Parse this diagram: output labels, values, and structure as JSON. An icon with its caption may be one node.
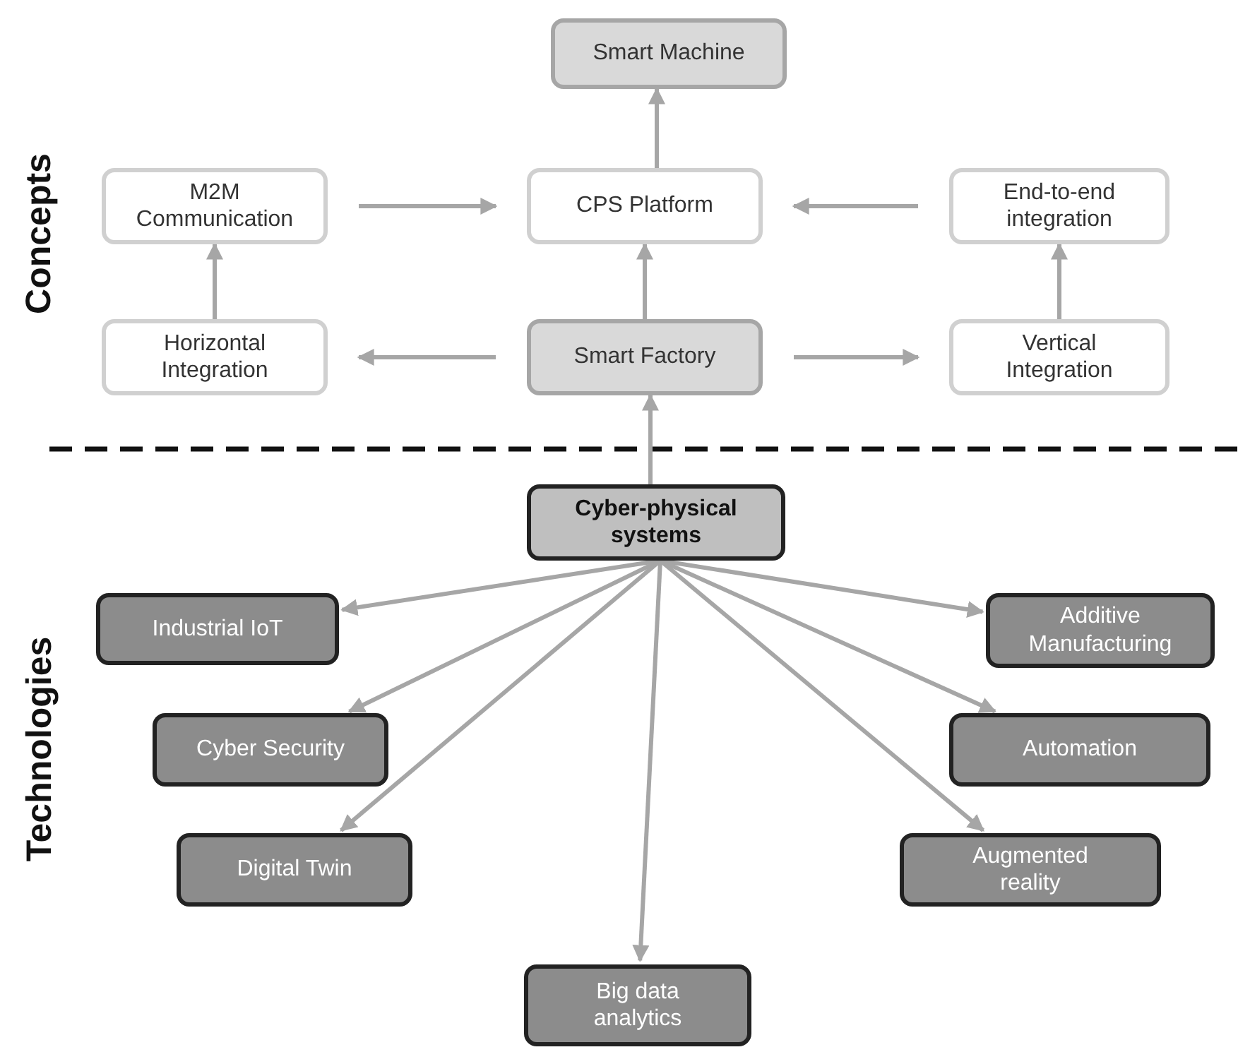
{
  "diagram": {
    "nodes": [
      {
        "text": [
          "Smart Machine"
        ]
      },
      {
        "text": [
          "M2M Communication"
        ]
      },
      {
        "text": [
          "CPS Platform"
        ]
      },
      {
        "text": [
          "End-to-end integration"
        ]
      },
      {
        "text": [
          "Horizontal Integration"
        ]
      },
      {
        "text": [
          "Smart Factory"
        ]
      },
      {
        "text": [
          "Vertical Integration"
        ]
      },
      {
        "text": [
          "Cyber-physical systems"
        ]
      },
      {
        "text": [
          "Industrial IoT"
        ]
      },
      {
        "text": [
          "Additive Manufacturing"
        ]
      },
      {
        "text": [
          "Cyber Security"
        ]
      },
      {
        "text": [
          "Automation"
        ]
      },
      {
        "text": [
          "Digital Twin"
        ]
      },
      {
        "text": [
          "Augmented reality"
        ]
      },
      {
        "text": [
          "Big data analytics"
        ]
      }
    ],
    "edges": [
      {
        "from": 2,
        "to": 0,
        "arrow": "to"
      },
      {
        "from": 1,
        "to": 2,
        "arrow": "to"
      },
      {
        "from": 3,
        "to": 2,
        "arrow": "to"
      },
      {
        "from": 4,
        "to": 1,
        "arrow": "to"
      },
      {
        "from": 5,
        "to": 2,
        "arrow": "to"
      },
      {
        "from": 5,
        "to": 4,
        "arrow": "to"
      },
      {
        "from": 5,
        "to": 6,
        "arrow": "to"
      },
      {
        "from": 6,
        "to": 3,
        "arrow": "to"
      },
      {
        "from": 7,
        "to": 5,
        "arrow": "to"
      },
      {
        "from": 7,
        "to": 8,
        "arrow": "to"
      },
      {
        "from": 7,
        "to": 9,
        "arrow": "to"
      },
      {
        "from": 7,
        "to": 10,
        "arrow": "to"
      },
      {
        "from": 7,
        "to": 11,
        "arrow": "to"
      },
      {
        "from": 7,
        "to": 12,
        "arrow": "to"
      },
      {
        "from": 7,
        "to": 13,
        "arrow": "to"
      },
      {
        "from": 7,
        "to": 14,
        "arrow": "to"
      }
    ],
    "labels": [
      "Concepts",
      "Technologies"
    ]
  }
}
